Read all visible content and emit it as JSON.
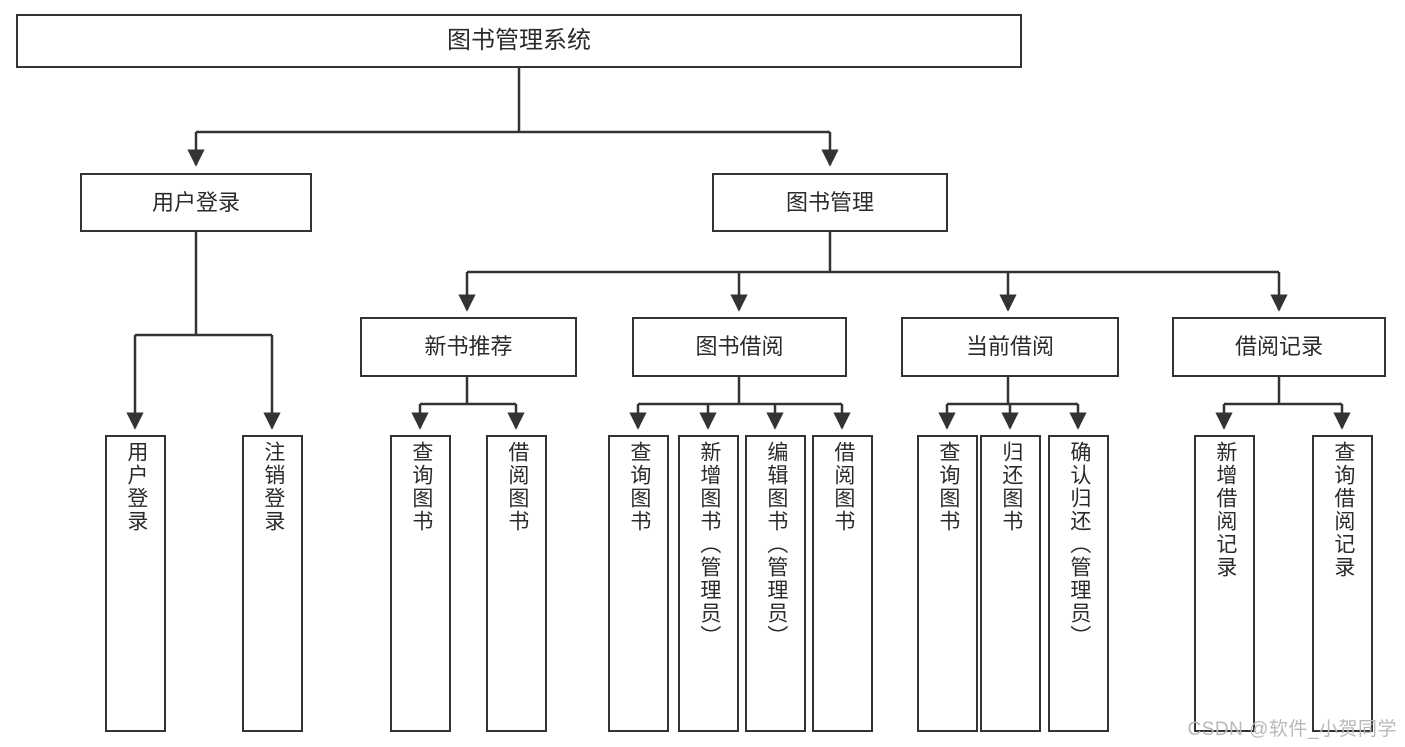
{
  "diagram": {
    "type": "tree-hierarchy-chart",
    "title": "图书管理系统",
    "watermark": "CSDN @软件_小贺同学",
    "colors": {
      "stroke": "#333333",
      "box_fill": "#ffffff",
      "text": "#2b2b2b",
      "background": "#ffffff",
      "watermark": "#b9b9b9"
    },
    "nodes": {
      "root": {
        "label": "图书管理系统"
      },
      "level1": [
        {
          "id": "user-login",
          "label": "用户登录"
        },
        {
          "id": "book-management",
          "label": "图书管理"
        }
      ],
      "level2": [
        {
          "id": "new-book-recommend",
          "label": "新书推荐"
        },
        {
          "id": "book-borrow",
          "label": "图书借阅"
        },
        {
          "id": "current-borrow",
          "label": "当前借阅"
        },
        {
          "id": "borrow-record",
          "label": "借阅记录"
        }
      ],
      "leaves": {
        "user-login": [
          {
            "id": "leaf-user-login",
            "label": "用户登录"
          },
          {
            "id": "leaf-logout",
            "label": "注销登录"
          }
        ],
        "new-book-recommend": [
          {
            "id": "leaf-query-book-1",
            "label": "查询图书"
          },
          {
            "id": "leaf-borrow-book-1",
            "label": "借阅图书"
          }
        ],
        "book-borrow": [
          {
            "id": "leaf-query-book-2",
            "label": "查询图书"
          },
          {
            "id": "leaf-add-book",
            "label": "新增图书（管理员）"
          },
          {
            "id": "leaf-edit-book",
            "label": "编辑图书（管理员）"
          },
          {
            "id": "leaf-borrow-book-2",
            "label": "借阅图书"
          }
        ],
        "current-borrow": [
          {
            "id": "leaf-query-book-3",
            "label": "查询图书"
          },
          {
            "id": "leaf-return-book",
            "label": "归还图书"
          },
          {
            "id": "leaf-confirm-return",
            "label": "确认归还（管理员）"
          }
        ],
        "borrow-record": [
          {
            "id": "leaf-add-record",
            "label": "新增借阅记录"
          },
          {
            "id": "leaf-query-record",
            "label": "查询借阅记录"
          }
        ]
      }
    }
  },
  "chart_data": {
    "type": "table",
    "title": "图书管理系统",
    "structure": "functional decomposition tree, 4 levels",
    "levels": [
      {
        "depth": 0,
        "labels": [
          "图书管理系统"
        ]
      },
      {
        "depth": 1,
        "labels": [
          "用户登录",
          "图书管理"
        ]
      },
      {
        "depth": 2,
        "labels": [
          "新书推荐",
          "图书借阅",
          "当前借阅",
          "借阅记录"
        ]
      },
      {
        "depth": 3,
        "labels": [
          "用户登录",
          "注销登录",
          "查询图书",
          "借阅图书",
          "查询图书",
          "新增图书（管理员）",
          "编辑图书（管理员）",
          "借阅图书",
          "查询图书",
          "归还图书",
          "确认归还（管理员）",
          "新增借阅记录",
          "查询借阅记录"
        ]
      }
    ],
    "edges": [
      {
        "from": "图书管理系统",
        "to": "用户登录"
      },
      {
        "from": "图书管理系统",
        "to": "图书管理"
      },
      {
        "from": "用户登录",
        "to": "用户登录"
      },
      {
        "from": "用户登录",
        "to": "注销登录"
      },
      {
        "from": "图书管理",
        "to": "新书推荐"
      },
      {
        "from": "图书管理",
        "to": "图书借阅"
      },
      {
        "from": "图书管理",
        "to": "当前借阅"
      },
      {
        "from": "图书管理",
        "to": "借阅记录"
      },
      {
        "from": "新书推荐",
        "to": "查询图书"
      },
      {
        "from": "新书推荐",
        "to": "借阅图书"
      },
      {
        "from": "图书借阅",
        "to": "查询图书"
      },
      {
        "from": "图书借阅",
        "to": "新增图书（管理员）"
      },
      {
        "from": "图书借阅",
        "to": "编辑图书（管理员）"
      },
      {
        "from": "图书借阅",
        "to": "借阅图书"
      },
      {
        "from": "当前借阅",
        "to": "查询图书"
      },
      {
        "from": "当前借阅",
        "to": "归还图书"
      },
      {
        "from": "当前借阅",
        "to": "确认归还（管理员）"
      },
      {
        "from": "借阅记录",
        "to": "新增借阅记录"
      },
      {
        "from": "借阅记录",
        "to": "查询借阅记录"
      }
    ]
  }
}
